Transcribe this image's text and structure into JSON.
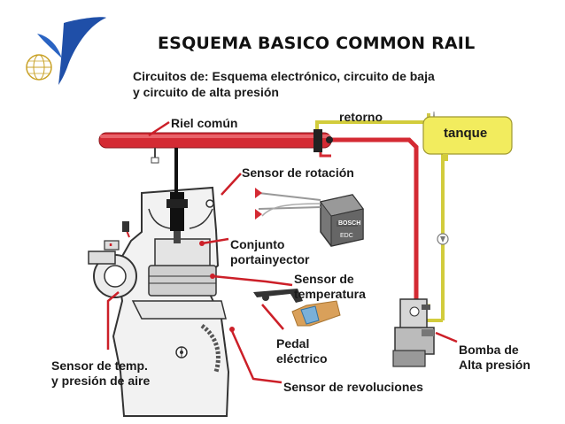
{
  "header": {
    "title": "ESQUEMA BASICO COMMON RAIL",
    "subtitle_line1": "Circuitos de: Esquema electrónico, circuito de baja",
    "subtitle_line2": "y circuito de alta presión"
  },
  "labels": {
    "rail": "Riel común",
    "return": "retorno",
    "tank": "tanque",
    "rotation_sensor": "Sensor de rotación",
    "injector_line1": "Conjunto",
    "injector_line2": "portainyector",
    "temp_sensor_line1": "Sensor de",
    "temp_sensor_line2": "temperatura",
    "pedal_line1": "Pedal",
    "pedal_line2": "eléctrico",
    "air_sensor_line1": "Sensor de temp.",
    "air_sensor_line2": "y presión de aire",
    "rev_sensor": "Sensor de revoluciones",
    "pump_line1": "Bomba de",
    "pump_line2": "Alta presión",
    "ecu_brand": "BOSCH",
    "ecu_model": "EDC"
  },
  "colors": {
    "rail": "#d42a33",
    "fuel_line": "#e6e05a",
    "tank": "#f2ec5e",
    "leader": "#cc1f28",
    "engine": "#f2f2f2",
    "outline": "#333333"
  },
  "icons": [
    "company-logo-icon"
  ]
}
